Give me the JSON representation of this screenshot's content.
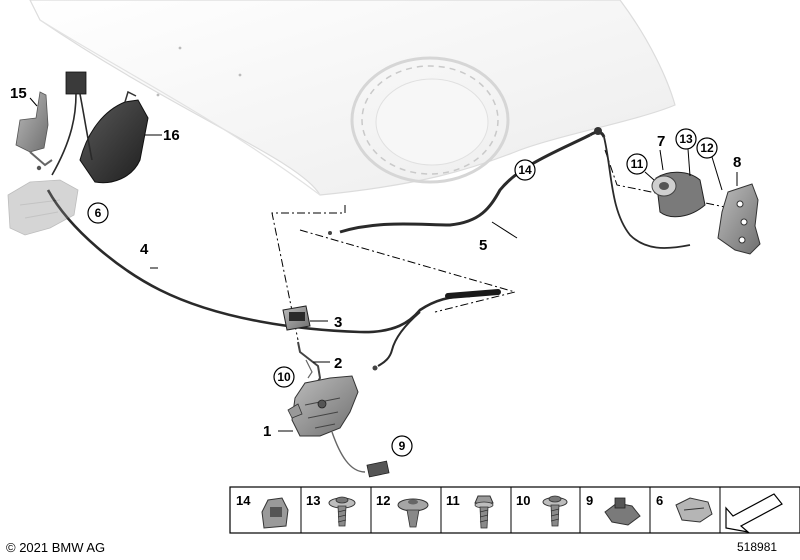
{
  "callouts": {
    "p1": "1",
    "p2": "2",
    "p3": "3",
    "p4": "4",
    "p5": "5",
    "p6": "6",
    "p7": "7",
    "p8": "8",
    "p9": "9",
    "p10": "10",
    "p11": "11",
    "p12": "12",
    "p13": "13",
    "p14": "14",
    "p15": "15",
    "p16": "16"
  },
  "parts_table": {
    "cells": [
      "14",
      "13",
      "12",
      "11",
      "10",
      "9",
      "6"
    ]
  },
  "footer": {
    "copyright": "© 2021 BMW AG",
    "doc_number": "518981"
  }
}
